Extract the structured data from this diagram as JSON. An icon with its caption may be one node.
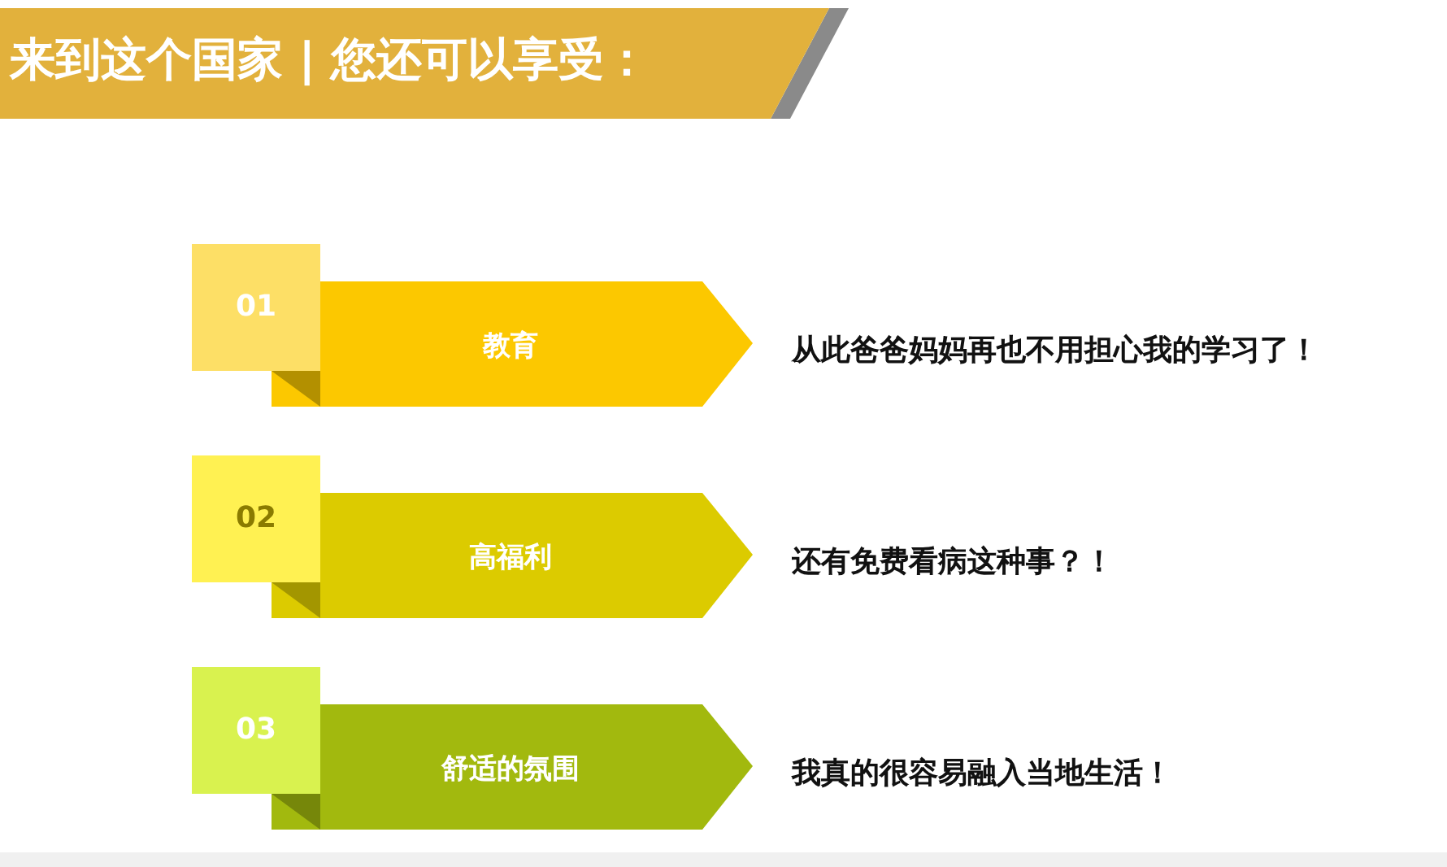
{
  "diagram": {
    "title": "来到这个国家 | 您还可以享受：",
    "nodes": [
      {
        "text": [
          "01"
        ]
      },
      {
        "text": [
          "教育"
        ],
        "beside": [
          "从此爸爸妈妈再也不用担心我的学习了！"
        ]
      },
      {
        "text": [
          "02"
        ]
      },
      {
        "text": [
          "高福利"
        ],
        "beside": [
          "还有免费看病这种事？！"
        ]
      },
      {
        "text": [
          "03"
        ]
      },
      {
        "text": [
          "舒适的氛围"
        ],
        "beside": [
          "我真的很容易融入当地生活！"
        ]
      }
    ]
  }
}
